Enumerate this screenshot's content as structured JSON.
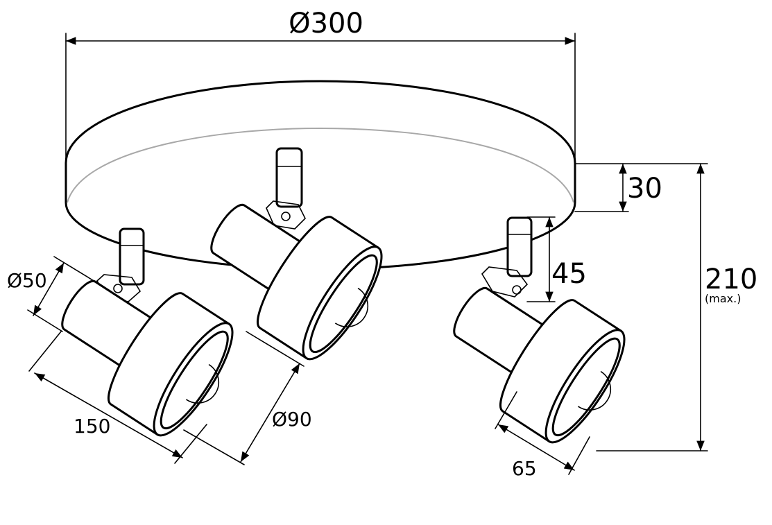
{
  "diagram": {
    "dimensions": {
      "canopy_diameter": "Ø300",
      "canopy_height": "30",
      "arm_height": "45",
      "total_height": "210",
      "total_height_note": "(max.)",
      "body_diameter": "Ø50",
      "shade_diameter": "Ø90",
      "spot_length": "150",
      "shade_depth": "65"
    },
    "line_color": "#000000",
    "hidden_edge_color": "#a8a8a8"
  }
}
